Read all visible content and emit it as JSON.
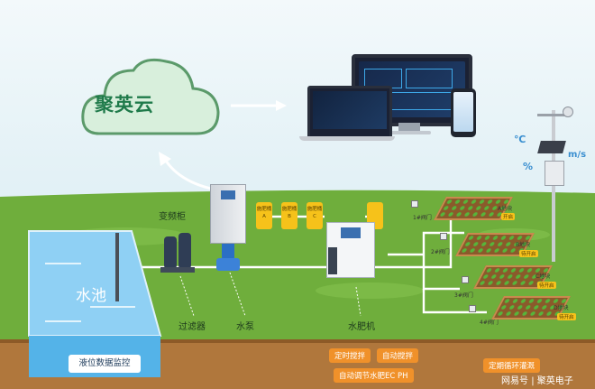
{
  "cloud": {
    "label": "聚英云"
  },
  "env": {
    "celsius": "℃",
    "speed": "m/s",
    "percent": "%"
  },
  "equipment": {
    "inverter_cabinet": "变频柜",
    "tanks": [
      "施肥桶 A",
      "施肥桶 B",
      "施肥桶 C"
    ],
    "filter": "过滤器",
    "pump": "水泵",
    "fertilizer_machine": "水肥机"
  },
  "pool": {
    "label": "水池",
    "monitor_label": "液位数据监控"
  },
  "valves": [
    "1#阀门",
    "2#阀门",
    "3#阀门",
    "4#阀门"
  ],
  "plots": [
    {
      "label": "A地块",
      "tag": "开启"
    },
    {
      "label": "B地块",
      "tag": "待开启"
    },
    {
      "label": "C地块",
      "tag": "待开启"
    },
    {
      "label": "D地块",
      "tag": "待开启"
    }
  ],
  "features": {
    "timed_mix": "定时搅拌",
    "auto_mix": "自动搅拌",
    "auto_adjust": "自动调节水肥EC PH",
    "cycle_irrigation": "定期循环灌溉"
  },
  "watermark": {
    "platform": "网易号",
    "author": "聚英电子"
  },
  "colors": {
    "sky": "#e3f1f6",
    "grass": "#6fae3c",
    "soil": "#b0773c",
    "accent": "#f0912a",
    "pipe": "#ffffff",
    "cloud": "#d8efdc"
  }
}
